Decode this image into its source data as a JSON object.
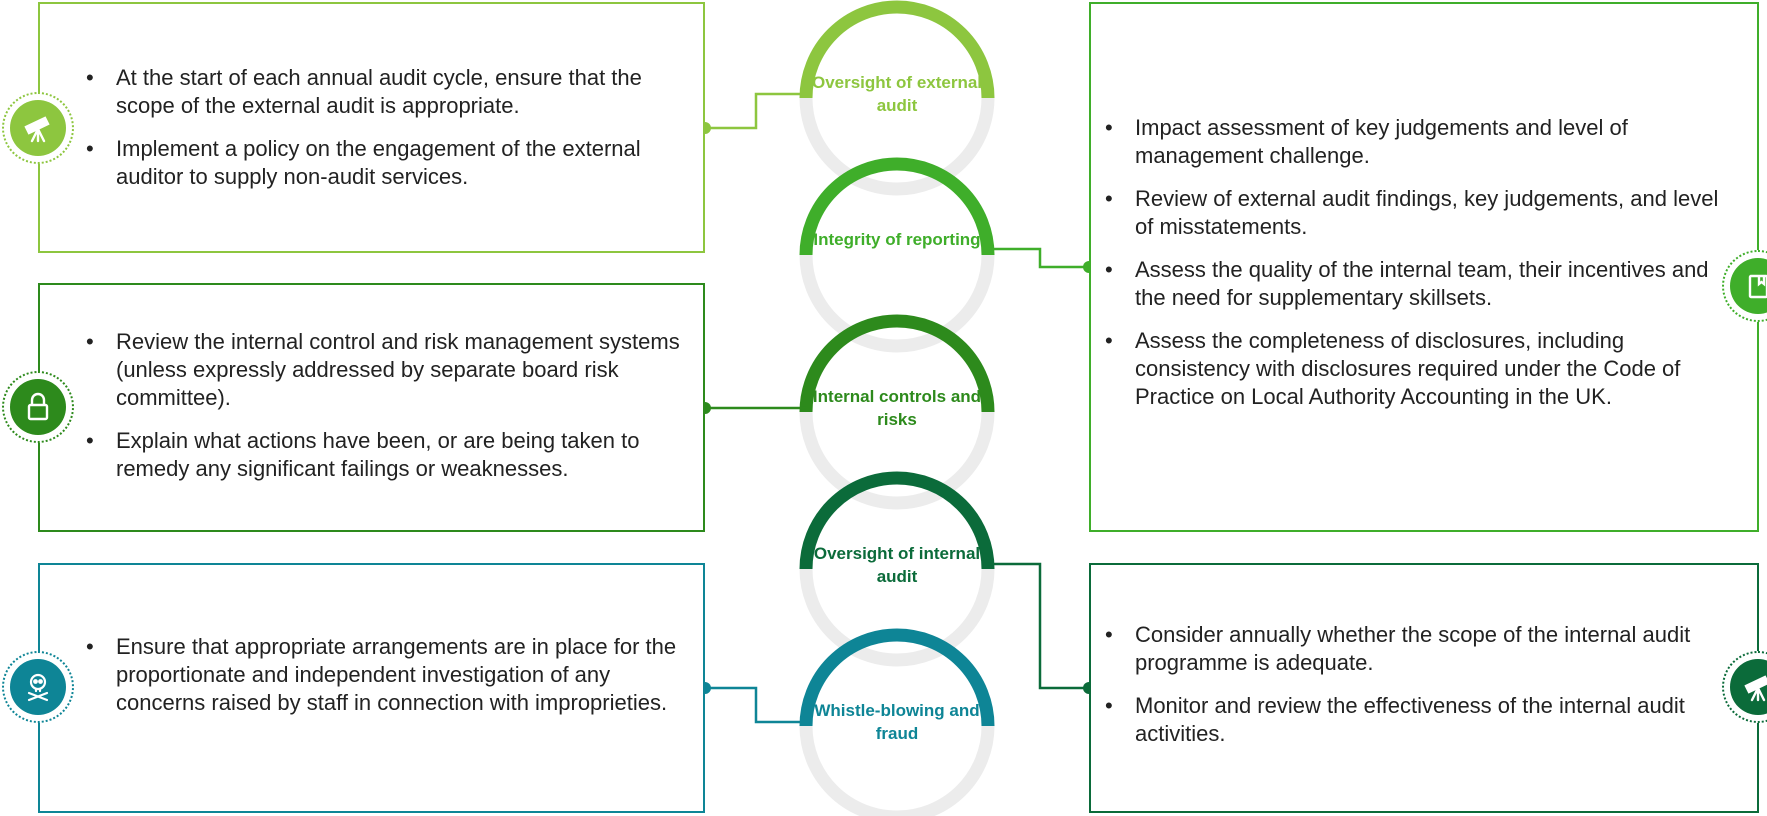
{
  "colors": {
    "light_green": "#8dc63f",
    "green": "#3fae2a",
    "mid_green": "#2d8a1c",
    "dark_green": "#0b6b3a",
    "teal": "#0e8596",
    "ring_gray": "#ececec"
  },
  "pillars": [
    {
      "label": "Oversight of external audit",
      "color": "#8dc63f"
    },
    {
      "label": "Integrity of reporting",
      "color": "#3fae2a"
    },
    {
      "label": "Internal controls and risks",
      "color": "#2d8a1c"
    },
    {
      "label": "Oversight of internal audit",
      "color": "#0b6b3a"
    },
    {
      "label": "Whistle-blowing and fraud",
      "color": "#0e8596"
    }
  ],
  "boxes": {
    "external_audit": {
      "icon": "telescope-icon",
      "bullets": [
        "At the start of each annual audit cycle, ensure that the scope of the external audit is appropriate.",
        "Implement a policy on the engagement of the external auditor to supply non-audit services."
      ]
    },
    "internal_controls": {
      "icon": "lock-icon",
      "bullets": [
        "Review the internal control and risk management systems (unless expressly addressed by separate board risk committee).",
        "Explain what actions have been, or are being taken to remedy any significant failings or weaknesses."
      ]
    },
    "whistleblowing": {
      "icon": "skull-crossbones-icon",
      "bullets": [
        "Ensure that appropriate arrangements are in place for the proportionate and independent investigation of any concerns raised by staff in connection with improprieties."
      ]
    },
    "reporting": {
      "icon": "book-icon",
      "bullets": [
        "Impact assessment of key judgements and level of management challenge.",
        "Review of external audit findings, key judgements, and level of misstatements.",
        "Assess the quality of the internal team, their incentives and the need for supplementary skillsets.",
        "Assess the completeness of disclosures, including consistency with disclosures required under the Code of Practice on Local Authority Accounting in the UK."
      ]
    },
    "internal_audit": {
      "icon": "telescope-icon",
      "bullets": [
        "Consider annually whether the scope of the internal audit programme is adequate.",
        "Monitor and review the effectiveness of the internal audit activities."
      ]
    }
  }
}
